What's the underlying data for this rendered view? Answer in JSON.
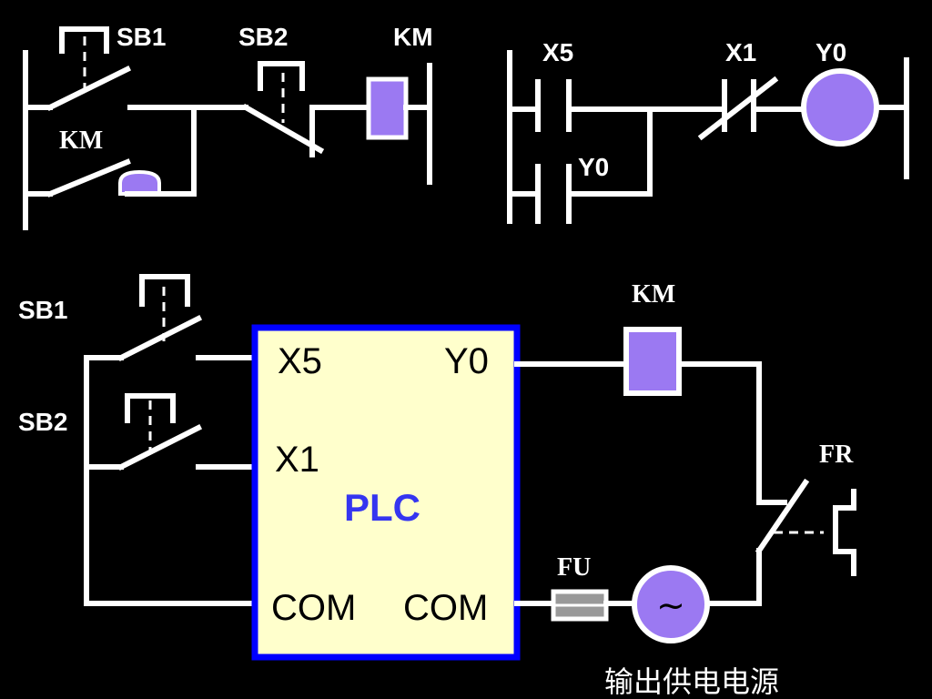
{
  "colors": {
    "background": "#000000",
    "wire": "#ffffff",
    "coil_fill": "#9b79f2",
    "plc_fill": "#ffffcc",
    "plc_border": "#0000ff",
    "plc_title": "#3535f0",
    "fuse_fill": "#999999"
  },
  "relay_circuit": {
    "sb1": "SB1",
    "sb2": "SB2",
    "km_coil": "KM",
    "km_contact": "KM"
  },
  "ladder": {
    "x5": "X5",
    "x1": "X1",
    "y0_coil": "Y0",
    "y0_contact": "Y0"
  },
  "wiring": {
    "sb1": "SB1",
    "sb2": "SB2",
    "km": "KM",
    "fr": "FR",
    "fu": "FU",
    "ac_symbol": "~",
    "power_label": "输出供电电源",
    "plc": {
      "x5": "X5",
      "y0": "Y0",
      "x1": "X1",
      "title": "PLC",
      "com_left": "COM",
      "com_right": "COM"
    }
  }
}
